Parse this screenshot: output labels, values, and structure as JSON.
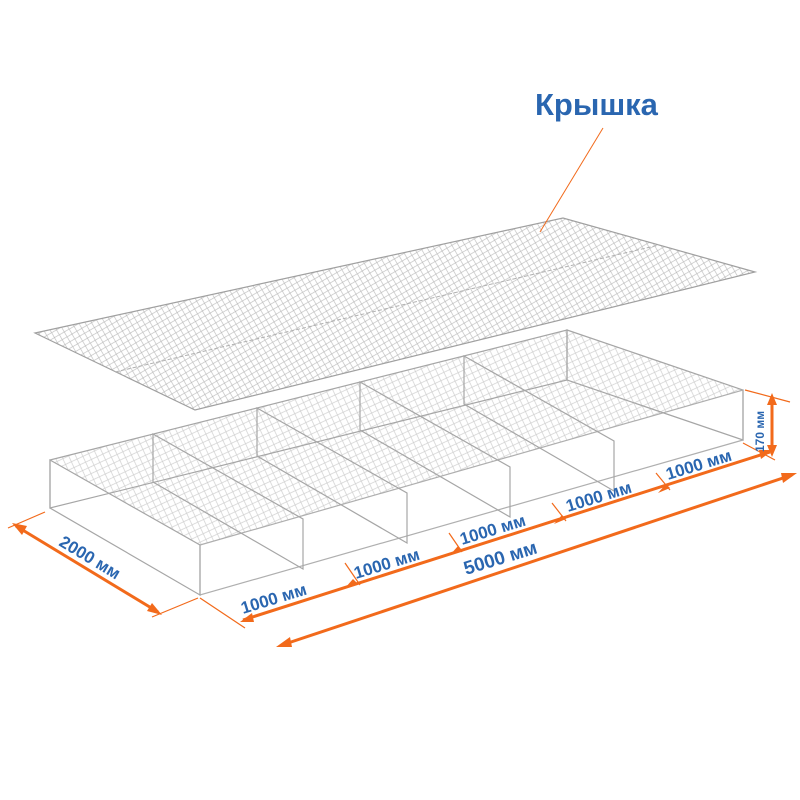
{
  "title": "Крышка",
  "dimensions": {
    "width": "2000 мм",
    "section_1": "1000 мм",
    "section_2": "1000 мм",
    "section_3": "1000 мм",
    "section_4": "1000 мм",
    "section_5": "1000 мм",
    "total_length": "5000 мм",
    "height": "170 мм"
  },
  "colors": {
    "label": "#2a66b0",
    "dimension_line": "#f26a1b",
    "mesh": "#a6a6a6"
  }
}
